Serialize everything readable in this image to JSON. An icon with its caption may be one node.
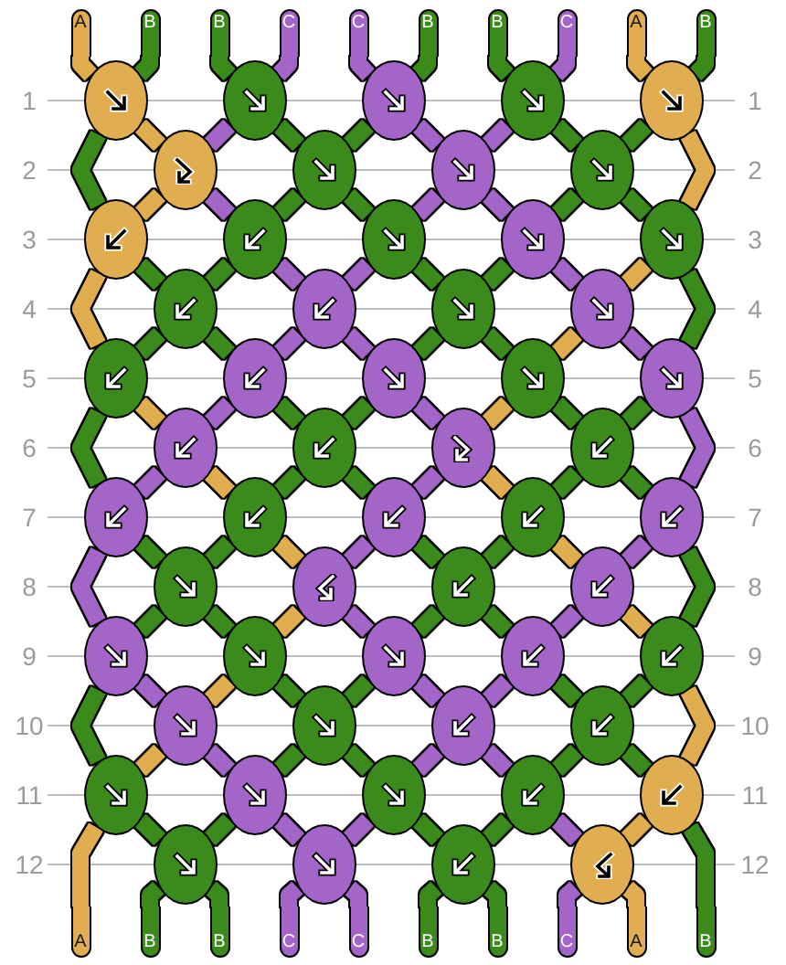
{
  "diagram": {
    "nodes": [
      {
        "text": [
          "A"
        ]
      },
      {
        "text": [
          "B"
        ]
      },
      {
        "text": [
          "B"
        ]
      },
      {
        "text": [
          "C"
        ]
      },
      {
        "text": [
          "C"
        ]
      },
      {
        "text": [
          "B"
        ]
      },
      {
        "text": [
          "B"
        ]
      },
      {
        "text": [
          "C"
        ]
      },
      {
        "text": [
          "A"
        ]
      },
      {
        "text": [
          "B"
        ]
      },
      {
        "text": [],
        "shape": "oval"
      },
      {
        "text": [],
        "shape": "oval"
      },
      {
        "text": [],
        "shape": "oval"
      },
      {
        "text": [],
        "shape": "oval"
      },
      {
        "text": [],
        "shape": "oval"
      },
      {
        "text": [],
        "shape": "oval"
      },
      {
        "text": [],
        "shape": "oval"
      },
      {
        "text": [],
        "shape": "oval"
      },
      {
        "text": [],
        "shape": "oval"
      },
      {
        "text": [],
        "shape": "oval"
      },
      {
        "text": [],
        "shape": "oval"
      },
      {
        "text": [],
        "shape": "oval"
      },
      {
        "text": [],
        "shape": "oval"
      },
      {
        "text": [],
        "shape": "oval"
      },
      {
        "text": [],
        "shape": "oval"
      },
      {
        "text": [],
        "shape": "oval"
      },
      {
        "text": [],
        "shape": "oval"
      },
      {
        "text": [],
        "shape": "oval"
      },
      {
        "text": [],
        "shape": "oval"
      },
      {
        "text": [],
        "shape": "oval"
      },
      {
        "text": [],
        "shape": "oval"
      },
      {
        "text": [],
        "shape": "oval"
      },
      {
        "text": [],
        "shape": "oval"
      },
      {
        "text": [],
        "shape": "oval"
      },
      {
        "text": [],
        "shape": "oval"
      },
      {
        "text": [],
        "shape": "oval"
      },
      {
        "text": [],
        "shape": "oval"
      },
      {
        "text": [],
        "shape": "oval"
      },
      {
        "text": [],
        "shape": "oval"
      },
      {
        "text": [],
        "shape": "oval"
      },
      {
        "text": [],
        "shape": "oval"
      },
      {
        "text": [],
        "shape": "oval"
      },
      {
        "text": [],
        "shape": "oval"
      },
      {
        "text": [],
        "shape": "oval"
      },
      {
        "text": [],
        "shape": "oval"
      },
      {
        "text": [],
        "shape": "oval"
      },
      {
        "text": [],
        "shape": "oval"
      },
      {
        "text": [],
        "shape": "oval"
      },
      {
        "text": [],
        "shape": "oval"
      },
      {
        "text": [],
        "shape": "oval"
      },
      {
        "text": [],
        "shape": "oval"
      },
      {
        "text": [],
        "shape": "oval"
      },
      {
        "text": [],
        "shape": "oval"
      },
      {
        "text": [],
        "shape": "oval"
      },
      {
        "text": [],
        "shape": "oval"
      },
      {
        "text": [],
        "shape": "oval"
      },
      {
        "text": [],
        "shape": "oval"
      },
      {
        "text": [],
        "shape": "oval"
      },
      {
        "text": [],
        "shape": "oval"
      },
      {
        "text": [],
        "shape": "oval"
      },
      {
        "text": [],
        "shape": "oval"
      },
      {
        "text": [],
        "shape": "oval"
      },
      {
        "text": [],
        "shape": "oval"
      },
      {
        "text": [],
        "shape": "oval"
      },
      {
        "text": [
          "A"
        ]
      },
      {
        "text": [
          "B"
        ]
      },
      {
        "text": [
          "B"
        ]
      },
      {
        "text": [
          "C"
        ]
      },
      {
        "text": [
          "C"
        ]
      },
      {
        "text": [
          "B"
        ]
      },
      {
        "text": [
          "B"
        ]
      },
      {
        "text": [
          "C"
        ]
      },
      {
        "text": [
          "A"
        ]
      },
      {
        "text": [
          "B"
        ]
      }
    ],
    "edges": [
      {
        "from": 0,
        "to": 10,
        "arrow": "none",
        "color": "#e0ae50"
      },
      {
        "from": 1,
        "to": 10,
        "arrow": "none"
      },
      {
        "from": 2,
        "to": 11,
        "arrow": "none"
      },
      {
        "from": 3,
        "to": 11,
        "arrow": "none",
        "color": "#a465c8"
      },
      {
        "from": 4,
        "to": 12,
        "arrow": "none",
        "color": "#a465c8"
      },
      {
        "from": 5,
        "to": 12,
        "arrow": "none"
      },
      {
        "from": 6,
        "to": 13,
        "arrow": "none"
      },
      {
        "from": 7,
        "to": 13,
        "arrow": "none",
        "color": "#a465c8"
      },
      {
        "from": 8,
        "to": 14,
        "arrow": "none",
        "color": "#e0ae50"
      },
      {
        "from": 9,
        "to": 14,
        "arrow": "none"
      },
      {
        "from": 10,
        "to": 19,
        "arrow": "none"
      },
      {
        "from": 10,
        "to": 15,
        "arrow": "none",
        "color": "#e0ae50"
      },
      {
        "from": 11,
        "to": 15,
        "arrow": "none",
        "color": "#a465c8"
      },
      {
        "from": 11,
        "to": 16,
        "arrow": "none"
      },
      {
        "from": 12,
        "to": 16,
        "arrow": "none"
      },
      {
        "from": 12,
        "to": 17,
        "arrow": "none",
        "color": "#a465c8"
      },
      {
        "from": 13,
        "to": 17,
        "arrow": "none",
        "color": "#a465c8"
      },
      {
        "from": 13,
        "to": 18,
        "arrow": "none"
      },
      {
        "from": 14,
        "to": 18,
        "arrow": "none"
      },
      {
        "from": 14,
        "to": 23,
        "arrow": "none",
        "color": "#e0ae50"
      },
      {
        "from": 15,
        "to": 19,
        "arrow": "none",
        "color": "#e0ae50"
      },
      {
        "from": 15,
        "to": 20,
        "arrow": "none",
        "color": "#a465c8"
      },
      {
        "from": 16,
        "to": 20,
        "arrow": "none"
      },
      {
        "from": 16,
        "to": 21,
        "arrow": "none"
      },
      {
        "from": 17,
        "to": 21,
        "arrow": "none",
        "color": "#a465c8"
      },
      {
        "from": 17,
        "to": 22,
        "arrow": "none",
        "color": "#a465c8"
      },
      {
        "from": 18,
        "to": 22,
        "arrow": "none"
      },
      {
        "from": 18,
        "to": 23,
        "arrow": "none"
      },
      {
        "from": 19,
        "to": 28,
        "arrow": "none",
        "color": "#e0ae50"
      },
      {
        "from": 19,
        "to": 24,
        "arrow": "none"
      },
      {
        "from": 20,
        "to": 24,
        "arrow": "none"
      },
      {
        "from": 20,
        "to": 25,
        "arrow": "none",
        "color": "#a465c8"
      },
      {
        "from": 21,
        "to": 25,
        "arrow": "none",
        "color": "#a465c8"
      },
      {
        "from": 21,
        "to": 26,
        "arrow": "none"
      },
      {
        "from": 22,
        "to": 26,
        "arrow": "none"
      },
      {
        "from": 22,
        "to": 27,
        "arrow": "none",
        "color": "#a465c8"
      },
      {
        "from": 23,
        "to": 27,
        "arrow": "none",
        "color": "#e0ae50"
      },
      {
        "from": 23,
        "to": 32,
        "arrow": "none"
      },
      {
        "from": 24,
        "to": 28,
        "arrow": "none"
      },
      {
        "from": 24,
        "to": 29,
        "arrow": "none"
      },
      {
        "from": 25,
        "to": 29,
        "arrow": "none",
        "color": "#a465c8"
      },
      {
        "from": 25,
        "to": 30,
        "arrow": "none",
        "color": "#a465c8"
      },
      {
        "from": 26,
        "to": 30,
        "arrow": "none"
      },
      {
        "from": 26,
        "to": 31,
        "arrow": "none"
      },
      {
        "from": 27,
        "to": 31,
        "arrow": "none",
        "color": "#e0ae50"
      },
      {
        "from": 27,
        "to": 32,
        "arrow": "none",
        "color": "#a465c8"
      },
      {
        "from": 28,
        "to": 37,
        "arrow": "none"
      },
      {
        "from": 28,
        "to": 33,
        "arrow": "none",
        "color": "#e0ae50"
      },
      {
        "from": 29,
        "to": 33,
        "arrow": "none",
        "color": "#a465c8"
      },
      {
        "from": 29,
        "to": 34,
        "arrow": "none"
      },
      {
        "from": 30,
        "to": 34,
        "arrow": "none"
      },
      {
        "from": 30,
        "to": 35,
        "arrow": "none",
        "color": "#a465c8"
      },
      {
        "from": 31,
        "to": 35,
        "arrow": "none",
        "color": "#e0ae50"
      },
      {
        "from": 31,
        "to": 36,
        "arrow": "none"
      },
      {
        "from": 32,
        "to": 36,
        "arrow": "none"
      },
      {
        "from": 32,
        "to": 41,
        "arrow": "none",
        "color": "#a465c8"
      },
      {
        "from": 33,
        "to": 37,
        "arrow": "none",
        "color": "#a465c8"
      },
      {
        "from": 33,
        "to": 38,
        "arrow": "none",
        "color": "#e0ae50"
      },
      {
        "from": 34,
        "to": 38,
        "arrow": "none"
      },
      {
        "from": 34,
        "to": 39,
        "arrow": "none"
      },
      {
        "from": 35,
        "to": 39,
        "arrow": "none",
        "color": "#a465c8"
      },
      {
        "from": 35,
        "to": 40,
        "arrow": "none",
        "color": "#e0ae50"
      },
      {
        "from": 36,
        "to": 40,
        "arrow": "none"
      },
      {
        "from": 36,
        "to": 41,
        "arrow": "none"
      },
      {
        "from": 37,
        "to": 46,
        "arrow": "none",
        "color": "#a465c8"
      },
      {
        "from": 37,
        "to": 42,
        "arrow": "none"
      },
      {
        "from": 38,
        "to": 42,
        "arrow": "none"
      },
      {
        "from": 38,
        "to": 43,
        "arrow": "none",
        "color": "#e0ae50"
      },
      {
        "from": 39,
        "to": 43,
        "arrow": "none",
        "color": "#a465c8"
      },
      {
        "from": 39,
        "to": 44,
        "arrow": "none"
      },
      {
        "from": 40,
        "to": 44,
        "arrow": "none"
      },
      {
        "from": 40,
        "to": 45,
        "arrow": "none",
        "color": "#e0ae50"
      },
      {
        "from": 41,
        "to": 45,
        "arrow": "none",
        "color": "#a465c8"
      },
      {
        "from": 41,
        "to": 50,
        "arrow": "none"
      },
      {
        "from": 42,
        "to": 46,
        "arrow": "none"
      },
      {
        "from": 42,
        "to": 47,
        "arrow": "none"
      },
      {
        "from": 43,
        "to": 47,
        "arrow": "none",
        "color": "#e0ae50"
      },
      {
        "from": 43,
        "to": 48,
        "arrow": "none",
        "color": "#a465c8"
      },
      {
        "from": 44,
        "to": 48,
        "arrow": "none"
      },
      {
        "from": 44,
        "to": 49,
        "arrow": "none"
      },
      {
        "from": 45,
        "to": 49,
        "arrow": "none",
        "color": "#a465c8"
      },
      {
        "from": 45,
        "to": 50,
        "arrow": "none",
        "color": "#e0ae50"
      },
      {
        "from": 46,
        "to": 55,
        "arrow": "none"
      },
      {
        "from": 46,
        "to": 51,
        "arrow": "none",
        "color": "#a465c8"
      },
      {
        "from": 47,
        "to": 51,
        "arrow": "none",
        "color": "#e0ae50"
      },
      {
        "from": 47,
        "to": 52,
        "arrow": "none"
      },
      {
        "from": 48,
        "to": 52,
        "arrow": "none"
      },
      {
        "from": 48,
        "to": 53,
        "arrow": "none",
        "color": "#a465c8"
      },
      {
        "from": 49,
        "to": 53,
        "arrow": "none",
        "color": "#a465c8"
      },
      {
        "from": 49,
        "to": 54,
        "arrow": "none"
      },
      {
        "from": 50,
        "to": 54,
        "arrow": "none"
      },
      {
        "from": 50,
        "to": 59,
        "arrow": "none",
        "color": "#e0ae50"
      },
      {
        "from": 51,
        "to": 55,
        "arrow": "none",
        "color": "#e0ae50"
      },
      {
        "from": 51,
        "to": 56,
        "arrow": "none",
        "color": "#a465c8"
      },
      {
        "from": 52,
        "to": 56,
        "arrow": "none"
      },
      {
        "from": 52,
        "to": 57,
        "arrow": "none"
      },
      {
        "from": 53,
        "to": 57,
        "arrow": "none",
        "color": "#a465c8"
      },
      {
        "from": 53,
        "to": 58,
        "arrow": "none",
        "color": "#a465c8"
      },
      {
        "from": 54,
        "to": 58,
        "arrow": "none"
      },
      {
        "from": 54,
        "to": 59,
        "arrow": "none"
      },
      {
        "from": 55,
        "to": 64,
        "arrow": "none",
        "color": "#e0ae50"
      },
      {
        "from": 55,
        "to": 60,
        "arrow": "none"
      },
      {
        "from": 56,
        "to": 60,
        "arrow": "none"
      },
      {
        "from": 56,
        "to": 61,
        "arrow": "none",
        "color": "#a465c8"
      },
      {
        "from": 57,
        "to": 61,
        "arrow": "none",
        "color": "#a465c8"
      },
      {
        "from": 57,
        "to": 62,
        "arrow": "none"
      },
      {
        "from": 58,
        "to": 62,
        "arrow": "none"
      },
      {
        "from": 58,
        "to": 63,
        "arrow": "none",
        "color": "#a465c8"
      },
      {
        "from": 59,
        "to": 63,
        "arrow": "none",
        "color": "#e0ae50"
      },
      {
        "from": 59,
        "to": 73,
        "arrow": "none"
      },
      {
        "from": 60,
        "to": 65,
        "arrow": "none"
      },
      {
        "from": 60,
        "to": 66,
        "arrow": "none"
      },
      {
        "from": 61,
        "to": 67,
        "arrow": "none",
        "color": "#a465c8"
      },
      {
        "from": 61,
        "to": 68,
        "arrow": "none",
        "color": "#a465c8"
      },
      {
        "from": 62,
        "to": 69,
        "arrow": "none"
      },
      {
        "from": 62,
        "to": 70,
        "arrow": "none"
      },
      {
        "from": 63,
        "to": 71,
        "arrow": "none",
        "color": "#a465c8"
      },
      {
        "from": 63,
        "to": 72,
        "arrow": "none",
        "color": "#e0ae50"
      }
    ],
    "labels": [
      "1",
      "1",
      "2",
      "2",
      "3",
      "3",
      "4",
      "4",
      "5",
      "5",
      "6",
      "6",
      "7",
      "7",
      "8",
      "8",
      "9",
      "9",
      "10",
      "10",
      "11",
      "11",
      "12",
      "12"
    ]
  }
}
